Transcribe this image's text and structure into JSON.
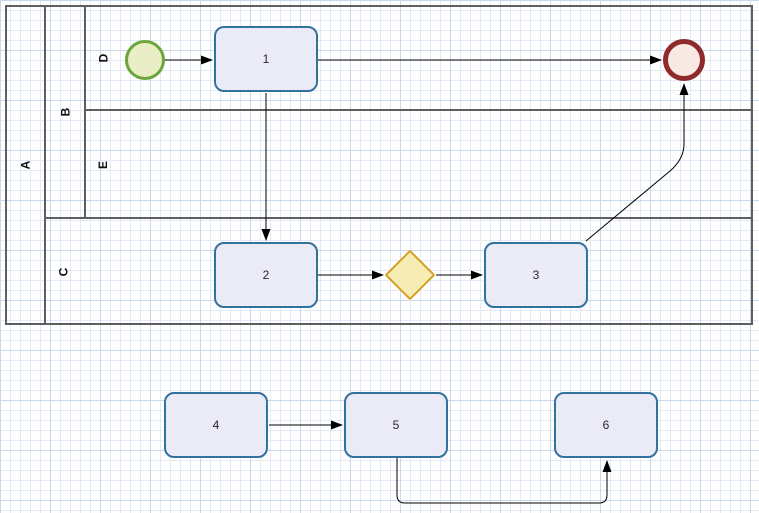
{
  "diagram": {
    "pool": {
      "label": "A"
    },
    "lanes": [
      {
        "id": "lane-b",
        "label": "B"
      },
      {
        "id": "lane-d",
        "label": "D"
      },
      {
        "id": "lane-e",
        "label": "E"
      },
      {
        "id": "lane-c",
        "label": "C"
      }
    ],
    "tasks": [
      {
        "label": "1"
      },
      {
        "label": "2"
      },
      {
        "label": "3"
      },
      {
        "label": "4"
      },
      {
        "label": "5"
      },
      {
        "label": "6"
      }
    ],
    "events": [
      {
        "id": "start-event",
        "type": "start"
      },
      {
        "id": "end-event",
        "type": "end"
      }
    ],
    "gateway": {
      "type": "exclusive"
    },
    "flows": [
      {
        "from": "start-event",
        "to": "task-1"
      },
      {
        "from": "task-1",
        "to": "end-event"
      },
      {
        "from": "task-1",
        "to": "task-2"
      },
      {
        "from": "task-2",
        "to": "gateway"
      },
      {
        "from": "gateway",
        "to": "task-3"
      },
      {
        "from": "task-3",
        "to": "end-event"
      },
      {
        "from": "task-4",
        "to": "task-5"
      },
      {
        "from": "task-5",
        "to": "task-6"
      }
    ],
    "colors": {
      "task_fill": "#ebebf7",
      "task_stroke": "#33719e",
      "start_fill": "#e9eec6",
      "start_stroke": "#6ca53c",
      "end_fill": "#f9e9e4",
      "end_stroke": "#8e2a2b",
      "gateway_fill": "#f5edb4",
      "gateway_stroke": "#d5a021",
      "lane_stroke": "#5f5f5f",
      "flow_stroke": "#000000",
      "grid_minor": "#e2eaf6",
      "grid_major": "#c9d8ec"
    }
  }
}
